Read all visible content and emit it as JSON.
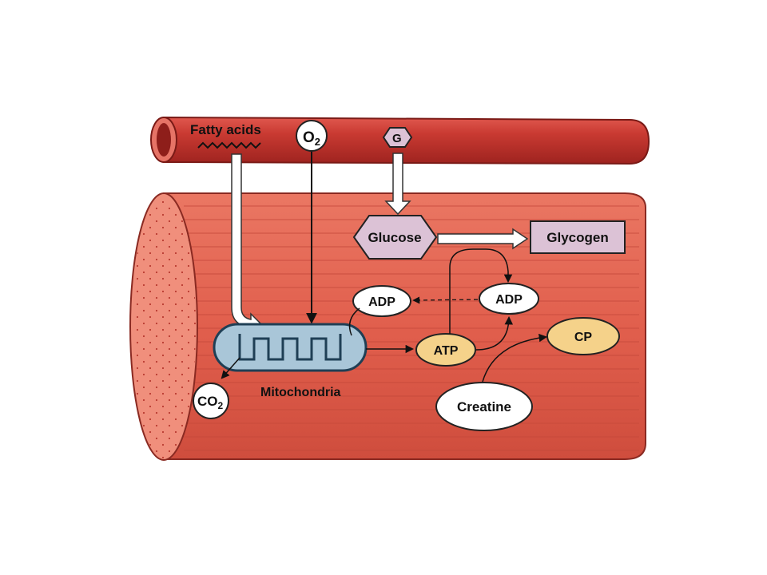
{
  "labels": {
    "fatty_acids": "Fatty acids",
    "o2": "O",
    "o2_sub": "2",
    "g": "G",
    "glucose": "Glucose",
    "glycogen": "Glycogen",
    "adp_left": "ADP",
    "adp_right": "ADP",
    "atp": "ATP",
    "cp": "CP",
    "creatine": "Creatine",
    "co2": "CO",
    "co2_sub": "2",
    "mitochondria": "Mitochondria"
  },
  "colors": {
    "blood_vessel": "#cc3b33",
    "muscle": "#e2604f",
    "muscle_end": "#f08f7c",
    "mitochondria": "#a9c6d8",
    "glucose": "#dcc2d6",
    "atp": "#f5d28a"
  }
}
